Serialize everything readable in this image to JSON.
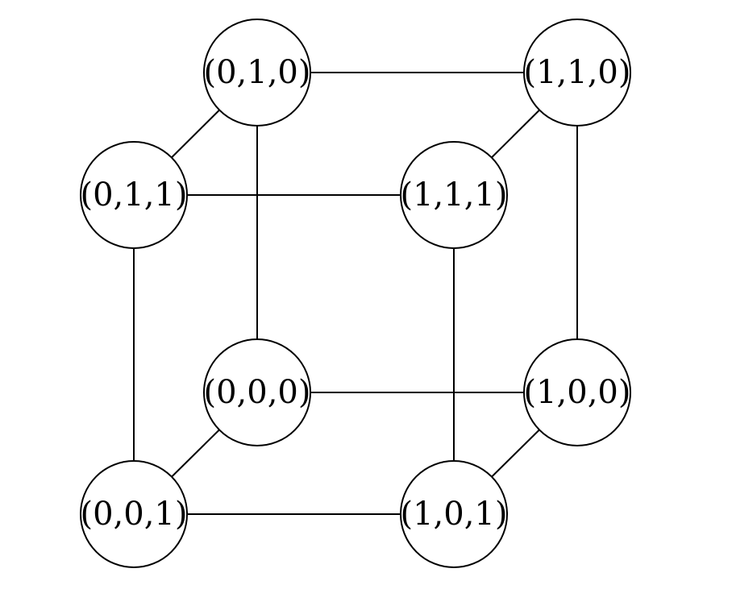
{
  "nodes": {
    "n000": {
      "label": "(0,0,0)"
    },
    "n001": {
      "label": "(0,0,1)"
    },
    "n010": {
      "label": "(0,1,0)"
    },
    "n011": {
      "label": "(0,1,1)"
    },
    "n100": {
      "label": "(1,0,0)"
    },
    "n101": {
      "label": "(1,0,1)"
    },
    "n110": {
      "label": "(1,1,0)"
    },
    "n111": {
      "label": "(1,1,1)"
    }
  },
  "edges": [
    [
      "n010",
      "n110"
    ],
    [
      "n011",
      "n111"
    ],
    [
      "n000",
      "n100"
    ],
    [
      "n001",
      "n101"
    ],
    [
      "n010",
      "n011"
    ],
    [
      "n110",
      "n111"
    ],
    [
      "n000",
      "n001"
    ],
    [
      "n100",
      "n101"
    ],
    [
      "n010",
      "n000"
    ],
    [
      "n110",
      "n100"
    ],
    [
      "n011",
      "n001"
    ],
    [
      "n111",
      "n101"
    ]
  ],
  "colors": {
    "stroke": "#000000",
    "fill": "#ffffff"
  }
}
